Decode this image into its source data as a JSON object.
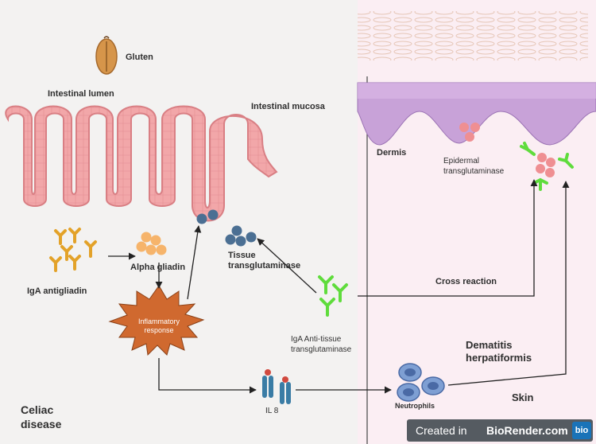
{
  "labels": {
    "gluten": "Gluten",
    "intestinal_lumen": "Intestinal lumen",
    "intestinal_mucosa": "Intestinal mucosa",
    "tissue_transglutaminase": "Tissue transglutaminase",
    "alpha_gliadin": "Alpha gliadin",
    "iga_antigliadin": "IgA antigliadin",
    "inflammatory_response": "Inflammatory response",
    "iga_anti_tissue": "IgA Anti-tissue transglutaminase",
    "il8": "IL 8",
    "neutrophils": "Neutrophils",
    "celiac_disease": "Celiac disease",
    "dermis": "Dermis",
    "epidermal_transglutaminase": "Epidermal transglutaminase",
    "cross_reaction": "Cross reaction",
    "dermatitis_herpetiformis": "Dematitis herpatiformis",
    "skin": "Skin"
  },
  "badge": {
    "prefix": "Created in",
    "brand": "BioRender.com",
    "logo": "bio"
  },
  "colors": {
    "background": "#f3f2f1",
    "skin_panel": "#fbeef3",
    "villi_fill": "#f2a7a9",
    "villi_stroke": "#d97f84",
    "tissue_tg": "#4b6f93",
    "alpha_gliadin": "#f6b46b",
    "iga_antigliadin": "#e3a229",
    "iga_anti_tissue": "#5fdc3c",
    "inflammation": "#d0692f",
    "epidermal_tg": "#ef8f92",
    "epidermis": "#c8a2d8",
    "arrow": "#222222"
  },
  "icons": [
    "gluten-seed-icon",
    "antibody-icon",
    "neutrophil-icon",
    "il8-receptor-icon",
    "inflammation-burst-icon"
  ]
}
